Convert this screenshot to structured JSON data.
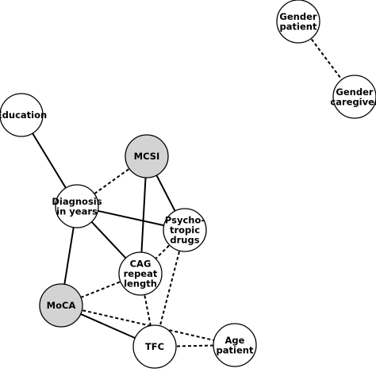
{
  "colors": {
    "node_fill_default": "#ffffff",
    "node_fill_highlight": "#d3d3d3",
    "stroke": "#000000"
  },
  "nodes": [
    {
      "id": "gender_patient",
      "lines": [
        "Gender",
        "patient"
      ],
      "highlight": false
    },
    {
      "id": "gender_caregiver",
      "lines": [
        "Gender",
        "caregiver"
      ],
      "highlight": false
    },
    {
      "id": "education",
      "lines": [
        "Education"
      ],
      "highlight": false
    },
    {
      "id": "mcsi",
      "lines": [
        "MCSI"
      ],
      "highlight": true
    },
    {
      "id": "diagnosis",
      "lines": [
        "Diagnosis",
        "in years"
      ],
      "highlight": false
    },
    {
      "id": "psychotropic",
      "lines": [
        "Psycho-",
        "tropic",
        "drugs"
      ],
      "highlight": false
    },
    {
      "id": "cag",
      "lines": [
        "CAG",
        "repeat",
        "length"
      ],
      "highlight": false
    },
    {
      "id": "moca",
      "lines": [
        "MoCA"
      ],
      "highlight": true
    },
    {
      "id": "tfc",
      "lines": [
        "TFC"
      ],
      "highlight": false
    },
    {
      "id": "age_patient",
      "lines": [
        "Age",
        "patient"
      ],
      "highlight": false
    }
  ],
  "edges": [
    {
      "from": "gender_patient",
      "to": "gender_caregiver",
      "style": "dashed"
    },
    {
      "from": "education",
      "to": "diagnosis",
      "style": "solid"
    },
    {
      "from": "mcsi",
      "to": "diagnosis",
      "style": "dashed"
    },
    {
      "from": "mcsi",
      "to": "psychotropic",
      "style": "solid"
    },
    {
      "from": "mcsi",
      "to": "cag",
      "style": "solid"
    },
    {
      "from": "diagnosis",
      "to": "psychotropic",
      "style": "solid"
    },
    {
      "from": "diagnosis",
      "to": "cag",
      "style": "solid"
    },
    {
      "from": "diagnosis",
      "to": "moca",
      "style": "solid"
    },
    {
      "from": "psychotropic",
      "to": "cag",
      "style": "dashed"
    },
    {
      "from": "psychotropic",
      "to": "tfc",
      "style": "dashed"
    },
    {
      "from": "cag",
      "to": "moca",
      "style": "dashed"
    },
    {
      "from": "cag",
      "to": "tfc",
      "style": "dashed"
    },
    {
      "from": "moca",
      "to": "tfc",
      "style": "solid"
    },
    {
      "from": "moca",
      "to": "age_patient",
      "style": "dashed"
    },
    {
      "from": "tfc",
      "to": "age_patient",
      "style": "dashed"
    }
  ]
}
